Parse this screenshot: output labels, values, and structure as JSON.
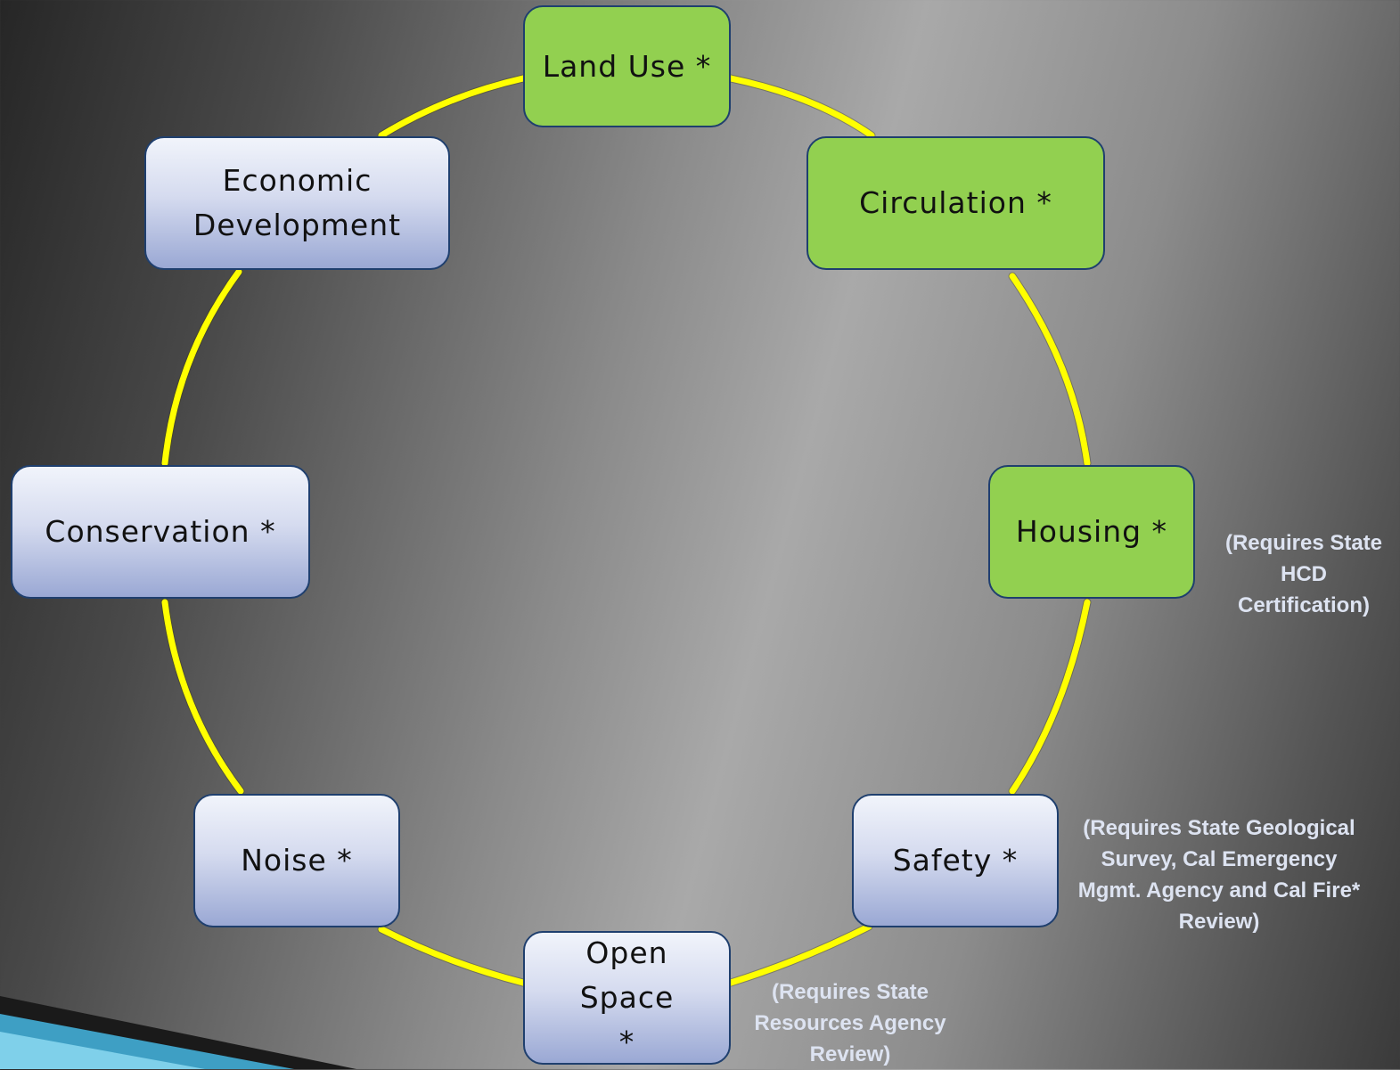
{
  "colors": {
    "connector": "#ffff00",
    "connector_outline": "#3a3a00",
    "required_element_fill": "#92d050",
    "optional_element_fill": "#c9d2ec",
    "note_text": "#dde3f1"
  },
  "elements": {
    "land_use": {
      "label": "Land Use *",
      "required": true
    },
    "circulation": {
      "label": "Circulation *",
      "required": true
    },
    "housing": {
      "label": "Housing *",
      "required": true
    },
    "safety": {
      "label": "Safety *",
      "required": false
    },
    "open_space": {
      "label": "Open Space *",
      "required": false
    },
    "noise": {
      "label": "Noise *",
      "required": false
    },
    "conservation": {
      "label": "Conservation *",
      "required": false
    },
    "economic_development": {
      "label": "Economic Development",
      "required": false
    }
  },
  "notes": {
    "housing": "(Requires State HCD Certification)",
    "safety": "(Requires State Geological Survey,  Cal Emergency Mgmt. Agency and Cal Fire* Review)",
    "open_space": "(Requires State Resources Agency Review)"
  }
}
